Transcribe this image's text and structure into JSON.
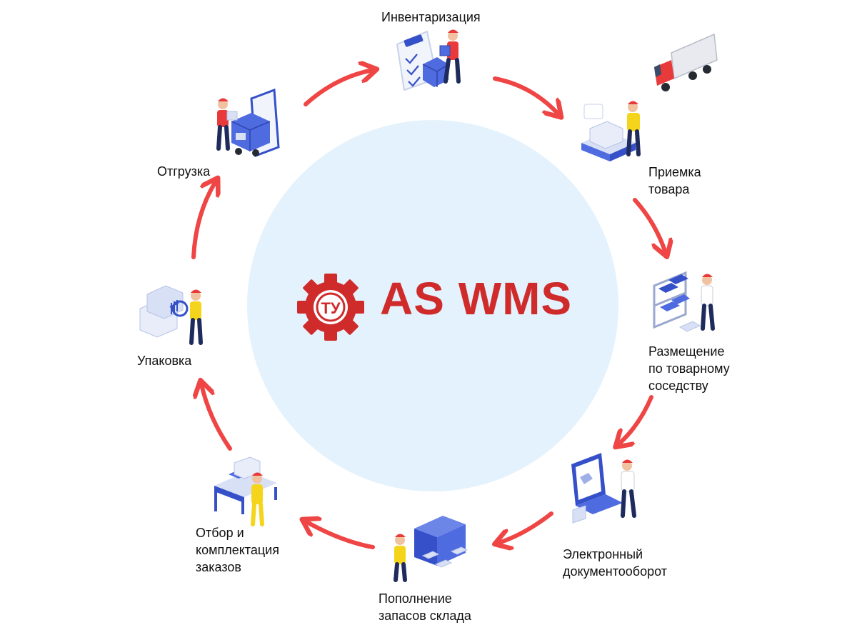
{
  "colors": {
    "center_circle": "#e3f2fc",
    "arrow": "#ef4545",
    "brand_red": "#d02b2b",
    "illustration_blue": "#3550c8",
    "worker_cap": "#e83a3a",
    "worker_shirt_yellow": "#f5d41c"
  },
  "logo": {
    "emblem_text": "ТУ",
    "name": "AS WMS",
    "icon": "gear-icon"
  },
  "steps": [
    {
      "label": "Инвентаризация",
      "icon": "inventory-clipboard-icon"
    },
    {
      "label": "Приемка\nтовара",
      "icon": "scale-receiving-icon"
    },
    {
      "label": "Размещение\nпо товарному\nсоседству",
      "icon": "shelving-placement-icon"
    },
    {
      "label": "Электронный\nдокументооборот",
      "icon": "laptop-documents-icon"
    },
    {
      "label": "Пополнение\nзапасов склада",
      "icon": "container-replenishment-icon"
    },
    {
      "label": "Отбор и\nкомплектация\nзаказов",
      "icon": "picking-table-icon"
    },
    {
      "label": "Упаковка",
      "icon": "packing-barcode-icon"
    },
    {
      "label": "Отгрузка",
      "icon": "truck-shipping-icon"
    }
  ],
  "decor_icons": [
    "delivery-truck-icon"
  ]
}
